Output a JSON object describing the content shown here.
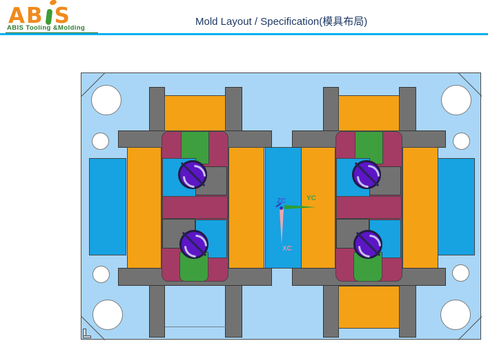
{
  "header": {
    "logo": {
      "wordmark_prefix": "AB",
      "wordmark_suffix": "S",
      "tagline": "ABIS Tooling &Molding",
      "brand_orange": "#F08A1D",
      "brand_green": "#3F9C35"
    },
    "title": "Mold Layout / Specification(模具布局)",
    "title_color": "#1F3864",
    "divider_color": "#00B0F0"
  },
  "drawing": {
    "axis_triad": {
      "x_label": "XC",
      "y_label": "YC",
      "z_label": "ZC"
    },
    "colors": {
      "base_plate_blue": "#A9D6F6",
      "clamp_orange": "#F5A115",
      "support_gray": "#727272",
      "insert_magenta": "#A43B64",
      "insert_green": "#3E9F3F",
      "block_cyan": "#17A2E2",
      "screw_purple": "#5C16C6",
      "hole_white": "#FFFFFF"
    }
  }
}
